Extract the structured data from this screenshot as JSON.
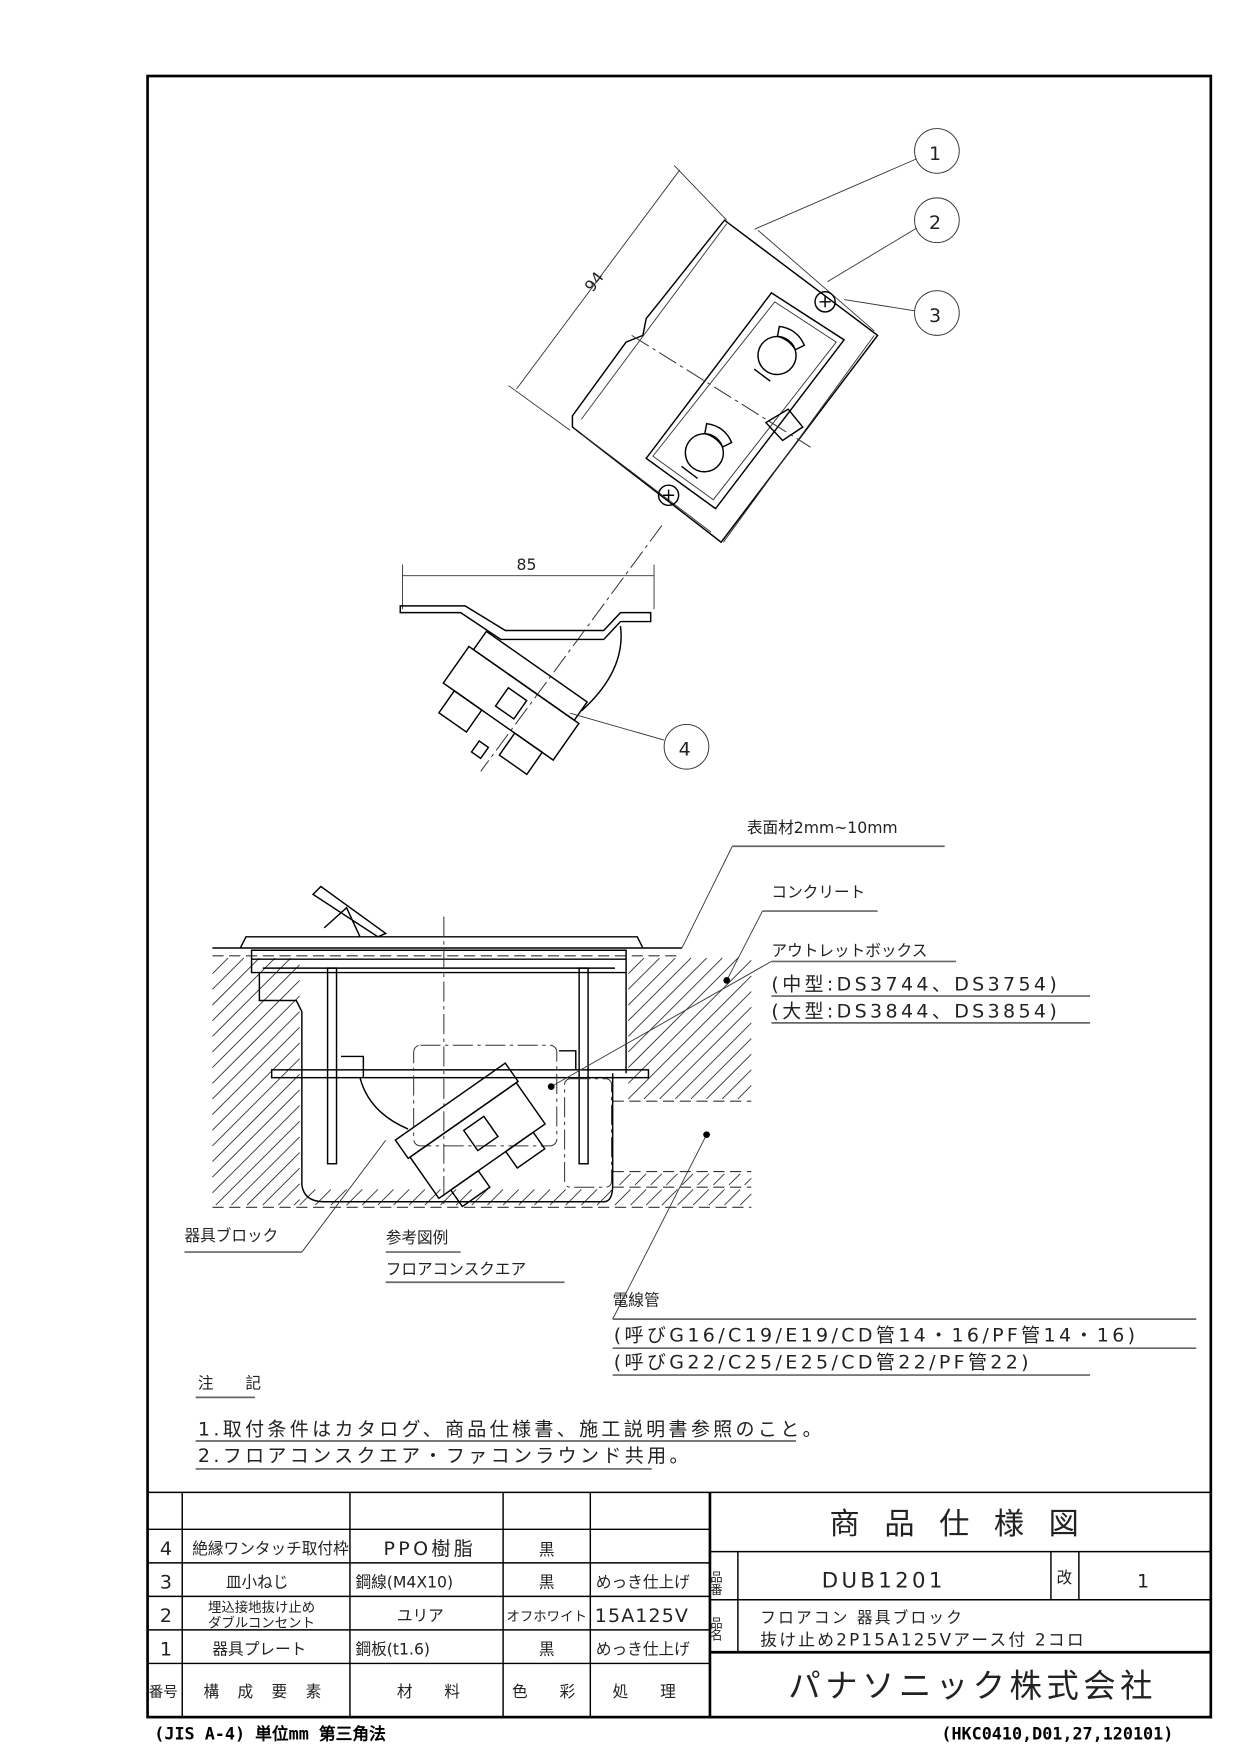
{
  "balloons": [
    "1",
    "2",
    "3",
    "4"
  ],
  "dimensions": {
    "top_length": "94",
    "bracket_width": "85"
  },
  "labels": {
    "surface": "表面材2mm~10mm",
    "concrete": "コンクリート",
    "outlet_box": "アウトレットボックス",
    "outlet_box_mid": "(中型:DS3744、DS3754)",
    "outlet_box_large": "(大型:DS3844、DS3854)",
    "block": "器具ブロック",
    "ref_title": "参考図例",
    "ref_name": "フロアコンスクエア",
    "conduit": "電線管",
    "conduit_1": "(呼びG16/C19/E19/CD管14・16/PF管14・16)",
    "conduit_2": "(呼びG22/C25/E25/CD管22/PF管22)"
  },
  "notes": {
    "title": "注 記",
    "items": [
      "1.取付条件はカタログ、商品仕様書、施工説明書参照のこと。",
      "2.フロアコンスクエア・ファコンラウンド共用。"
    ]
  },
  "parts_table": {
    "headers": [
      "番号",
      "構 成 要 素",
      "材 料",
      "色 彩",
      "処 理"
    ],
    "rows": [
      {
        "no": "4",
        "name": "絶縁ワンタッチ取付枠",
        "material": "PPO樹脂",
        "color": "黒",
        "finish": ""
      },
      {
        "no": "3",
        "name": "皿小ねじ",
        "material": "鋼線(M4X10)",
        "color": "黒",
        "finish": "めっき仕上げ"
      },
      {
        "no": "2",
        "name": "埋込接地抜け止め",
        "name2": "ダブルコンセント",
        "material": "ユリア",
        "color": "オフホワイト",
        "finish": "15A125V"
      },
      {
        "no": "1",
        "name": "器具プレート",
        "material": "鋼板(t1.6)",
        "color": "黒",
        "finish": "めっき仕上げ"
      }
    ]
  },
  "title_block": {
    "title": "商品仕様図",
    "part_no_label": "品番",
    "part_no": "DUB1201",
    "rev_label": "改",
    "rev": "1",
    "name_label": "品名",
    "name_1": "フロアコン 器具ブロック",
    "name_2": "抜け止め2P15A125Vアース付 2コロ",
    "company": "パナソニック株式会社"
  },
  "footer": {
    "left": "(JIS A-4)  単位mm  第三角法",
    "right": "(HKC0410,D01,27,120101)"
  }
}
